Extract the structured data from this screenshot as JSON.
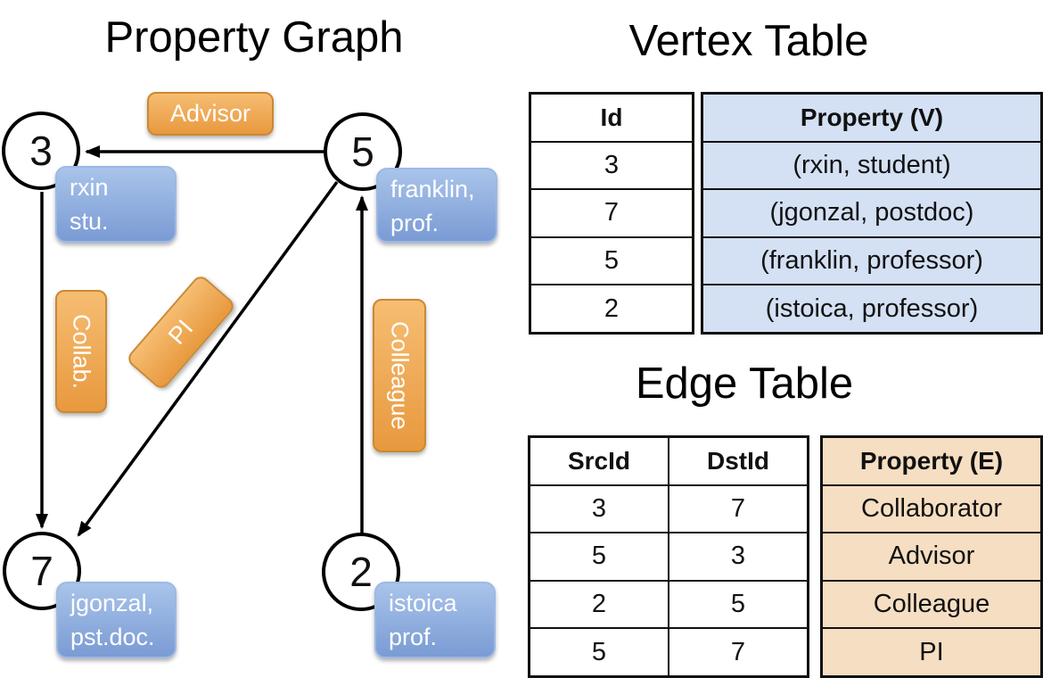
{
  "colors": {
    "orange_top": "#f6bd72",
    "orange_bottom": "#e8993e",
    "orange_border": "#ca8933",
    "blue_top": "#a9c4ea",
    "blue_bottom": "#7a9bd4",
    "blue_border": "#9db8e6",
    "vertex_property_bg": "#d4e0f3",
    "edge_property_bg": "#f6dec2",
    "line_color": "#000000"
  },
  "graph": {
    "title": "Property Graph",
    "nodes": {
      "n3": "3",
      "n5": "5",
      "n7": "7",
      "n2": "2"
    },
    "edge_labels": {
      "advisor": "Advisor",
      "collab": "Collab.",
      "pi": "PI",
      "colleague": "Colleague"
    },
    "vertex_labels": {
      "rxin": {
        "line1": "rxin",
        "line2": "stu."
      },
      "franklin": {
        "line1": "franklin,",
        "line2": "prof."
      },
      "jgonzal": {
        "line1": "jgonzal,",
        "line2": "pst.doc."
      },
      "istoica": {
        "line1": "istoica",
        "line2": "prof."
      }
    }
  },
  "vertex_table": {
    "title": "Vertex Table",
    "headers": {
      "id": "Id",
      "property": "Property (V)"
    },
    "rows": [
      {
        "id": "3",
        "property": "(rxin, student)"
      },
      {
        "id": "7",
        "property": "(jgonzal, postdoc)"
      },
      {
        "id": "5",
        "property": "(franklin, professor)"
      },
      {
        "id": "2",
        "property": "(istoica, professor)"
      }
    ]
  },
  "edge_table": {
    "title": "Edge Table",
    "headers": {
      "src": "SrcId",
      "dst": "DstId",
      "property": "Property (E)"
    },
    "rows": [
      {
        "src": "3",
        "dst": "7",
        "property": "Collaborator"
      },
      {
        "src": "5",
        "dst": "3",
        "property": "Advisor"
      },
      {
        "src": "2",
        "dst": "5",
        "property": "Colleague"
      },
      {
        "src": "5",
        "dst": "7",
        "property": "PI"
      }
    ]
  }
}
